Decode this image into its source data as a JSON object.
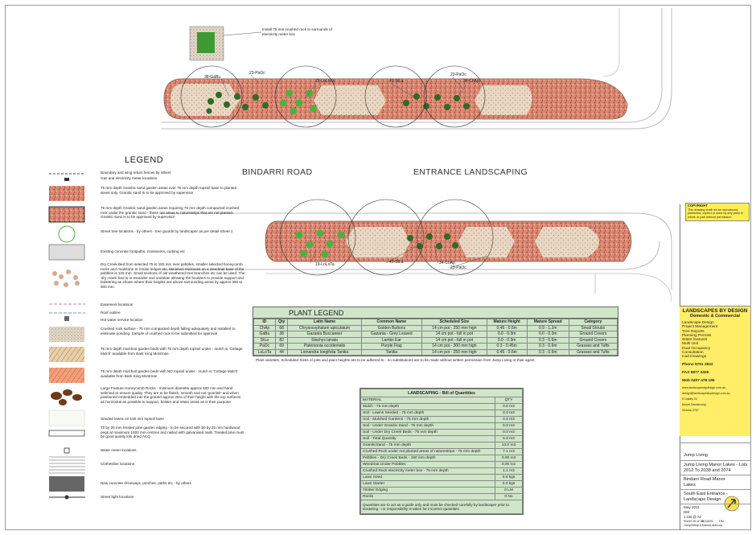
{
  "plan": {
    "road_label": "BINDARRI ROAD",
    "entrance_label": "ENTRANCE LANDSCAPING",
    "callouts": {
      "meter": "Install 75 mm crushed rock to surrounds of electricity meter box",
      "top": [
        "38-GaBu",
        "23-PaOc",
        "25-LoLoTa",
        "41-StLa",
        "23-PaOc",
        "34-ChAp"
      ],
      "bottom": [
        "19-LoLoTa",
        "41-StLa",
        "34-ChAp",
        "23-PaOc"
      ]
    }
  },
  "legend": {
    "title": "LEGEND",
    "items": [
      "Boundary and wing return fences by others",
      "Gas and electricity meter locations",
      "75 mm depth Granitic sand garden areas over 75 mm depth topsoil base to planted areas only. Granitic sand is to be approved by supervisor",
      "75 mm depth Granitic sand garden areas requiring 75 mm depth compacted crushed rock under the granitic sand - these are areas to naturestrips that are not planted. Granitic sand is to be approved by supervisor",
      "Street tree locations - by others - tree guards by landscaper as per detail Sheet 1",
      "Existing concrete footpaths, crossovers, curbing etc",
      "Dry Creek Bed from selected 75 to 150 mm river pebbles, smaller selected honeycomb rocks and mudstone to create ledges etc. Minimum thickness on a weedmat base of the pebbles is 125 mm. Small sections of old weathered tree branches etc can be used. The 'dry creek' bed is to meander and undulate allowing the boulders to provide support and bolstering as shown where their heights are above surrounding areas by approx 350 to 500 mm.",
      "Easement locations",
      "Roof outline",
      "Hot water service location",
      "Crushed rock surface - 75 mm compacted depth falling adequately and installed to eliminate ponding. Sample of crushed rock to be submitted for approval",
      "75 mm depth mulched garden beds with 75 mm depth topsoil under - mulch is 'Cottage Mulch' available from Bark King Montrose",
      "75 mm depth mulched garden beds with NO topsoil under - mulch is 'Cottage Mulch' available from Bark King Montrose",
      "Large Feature Honeycomb Rocks - minimum diameter approx 500 mm and hand selected to ensure quality. They are to be flatish, smooth and not 'gnarlish' and when positioned embedded into the ground approx 25% of their height with the top surfaces as horizontal as possible to support, bolster and retain areas as is their purpose",
      "Seeded lawns on 100 mm topsoil base",
      "75 by 25 mm treated pine garden edging - to be secured with 50 by 25 mm hardwood pegs at maximum 1500 mm centres and nailed with galvanised nails. Treated pine must be good quality kiln dried ACQ",
      "Water meter locations",
      "Clothesline locations",
      "New concrete driveways, porches, paths etc - by others",
      "Street light locations"
    ]
  },
  "plant_legend": {
    "title": "PLANT LEGEND",
    "headers": [
      "ID",
      "Qty",
      "Latin Name",
      "Common Name",
      "Scheduled Size",
      "Mature Height",
      "Mature Spread",
      "Category"
    ],
    "rows": [
      [
        "ChAp",
        "68",
        "Chrysocephalum apiculatum",
        "Golden Buttons",
        "14 cm pot - 250 mm high",
        "0.45 - 0.6m",
        "0.9 - 1.2m",
        "Small Shrubs"
      ],
      [
        "GaBu",
        "38",
        "Gazania Buccaneer",
        "Gazania - Grey Leaved",
        "14 cm pot - full in pot",
        "0.0 - 0.3m",
        "0.0 - 0.3m",
        "Ground Covers"
      ],
      [
        "StLa",
        "82",
        "Stachys lanata",
        "Lambs Ear",
        "14 cm pot - full in pot",
        "0.0 - 0.3m",
        "0.3 - 0.6m",
        "Ground Covers"
      ],
      [
        "PaOc",
        "69",
        "Patersonia occidentalis",
        "Purple Flag",
        "14 cm pot - 300 mm high",
        "0.3 - 0.45m",
        "0.3 - 0.6m",
        "Grasses and Tufts"
      ],
      [
        "LoLoTa",
        "44",
        "Lomandra longifolia Tanika",
        "Tanika",
        "14 cm pot - 250 mm high",
        "0.45 - 0.6m",
        "0.3 - 0.6m",
        "Grasses and Tufts"
      ]
    ],
    "note": "Plant varieties, Scheduled Sizes of pots and plant heights are to be adhered to - no substitutions are to be made without written permission from Jump Living or their agent"
  },
  "boq": {
    "title": "LANDSCAPING - Bill of Quantities",
    "headers": [
      "MATERIAL",
      "QTY"
    ],
    "rows": [
      [
        "Mulch - 75 mm depth",
        "0.0 m3"
      ],
      [
        "Soil - Lawns Seeded - 75 mm depth",
        "0.0 m3"
      ],
      [
        "Soil - Mulched Gardens - 75 mm depth",
        "0.0 m3"
      ],
      [
        "Soil - Under Granitic Sand - 75 mm depth",
        "5.9 m3"
      ],
      [
        "Soil - Under Dry Creek Beds - 75 mm depth",
        "0.0 m3"
      ],
      [
        "Soil - Total Quantity",
        "5.9 m3"
      ],
      [
        "GraniticSand - 75 mm depth",
        "13.0 m3"
      ],
      [
        "Crushed Rock under not planted areas of naturestrips - 75 mm depth",
        "7.1 m3"
      ],
      [
        "Pebbles - Dry Creek Beds - 150 mm depth",
        "0.00 m3"
      ],
      [
        "Weedmat Under Pebbles",
        "0.00 m2"
      ],
      [
        "Crushed Rock electricity meter box - 75 mm depth",
        "1.1 m3"
      ],
      [
        "Lawn Seed",
        "0.0 kgs"
      ],
      [
        "Lawn Starter",
        "0.0 kgs"
      ],
      [
        "Timber Edging",
        "0 LM"
      ],
      [
        "Rocks",
        "0 No"
      ]
    ],
    "note": "Quantities are to act as a guide only and must be checked carefully by landscaper prior to tendering - no responsibility is taken for incorrect quantities"
  },
  "title_block": {
    "copyright_title": "COPYRIGHT",
    "copyright_text": "This drawing shall not be reproduced, published, copied or used by any party in whole or part without permission",
    "company": "LANDSCAPES BY DESIGN",
    "company_sub": "Domestic & Commercial",
    "services": [
      "Landscape Design",
      "Project Management",
      "Tree Reports",
      "Planning Permits",
      "Water features",
      "Multi Unit",
      "Dual Occupancy",
      "Consultation",
      "Cad Drawings"
    ],
    "phone": "Phone 9751 2822",
    "fax": "FAX 9877 3325",
    "mob": "Mob 0407 478 195",
    "web": "www.landscapesbydesign.com.au",
    "email": "design@landscapesbydesign.com.au",
    "address": [
      "5 Oakley St",
      "Mount Dandenong",
      "Victoria 3767"
    ],
    "client": "Jump Living",
    "project": "Jump Living Manor Lakes - Lots 2012 To 2038 and 2074",
    "address_site": "Bindarri Road Manor Lakes",
    "drawing": "South East Entrance - Landscape Design",
    "date": "May 2011",
    "drawn": "DM",
    "scale": "1:100 @ A2",
    "sheet": "Sheet 26 of 26",
    "project_no": "2011026",
    "checked": "DM",
    "file": "Jump26Sep11ManorLakes.cw"
  }
}
